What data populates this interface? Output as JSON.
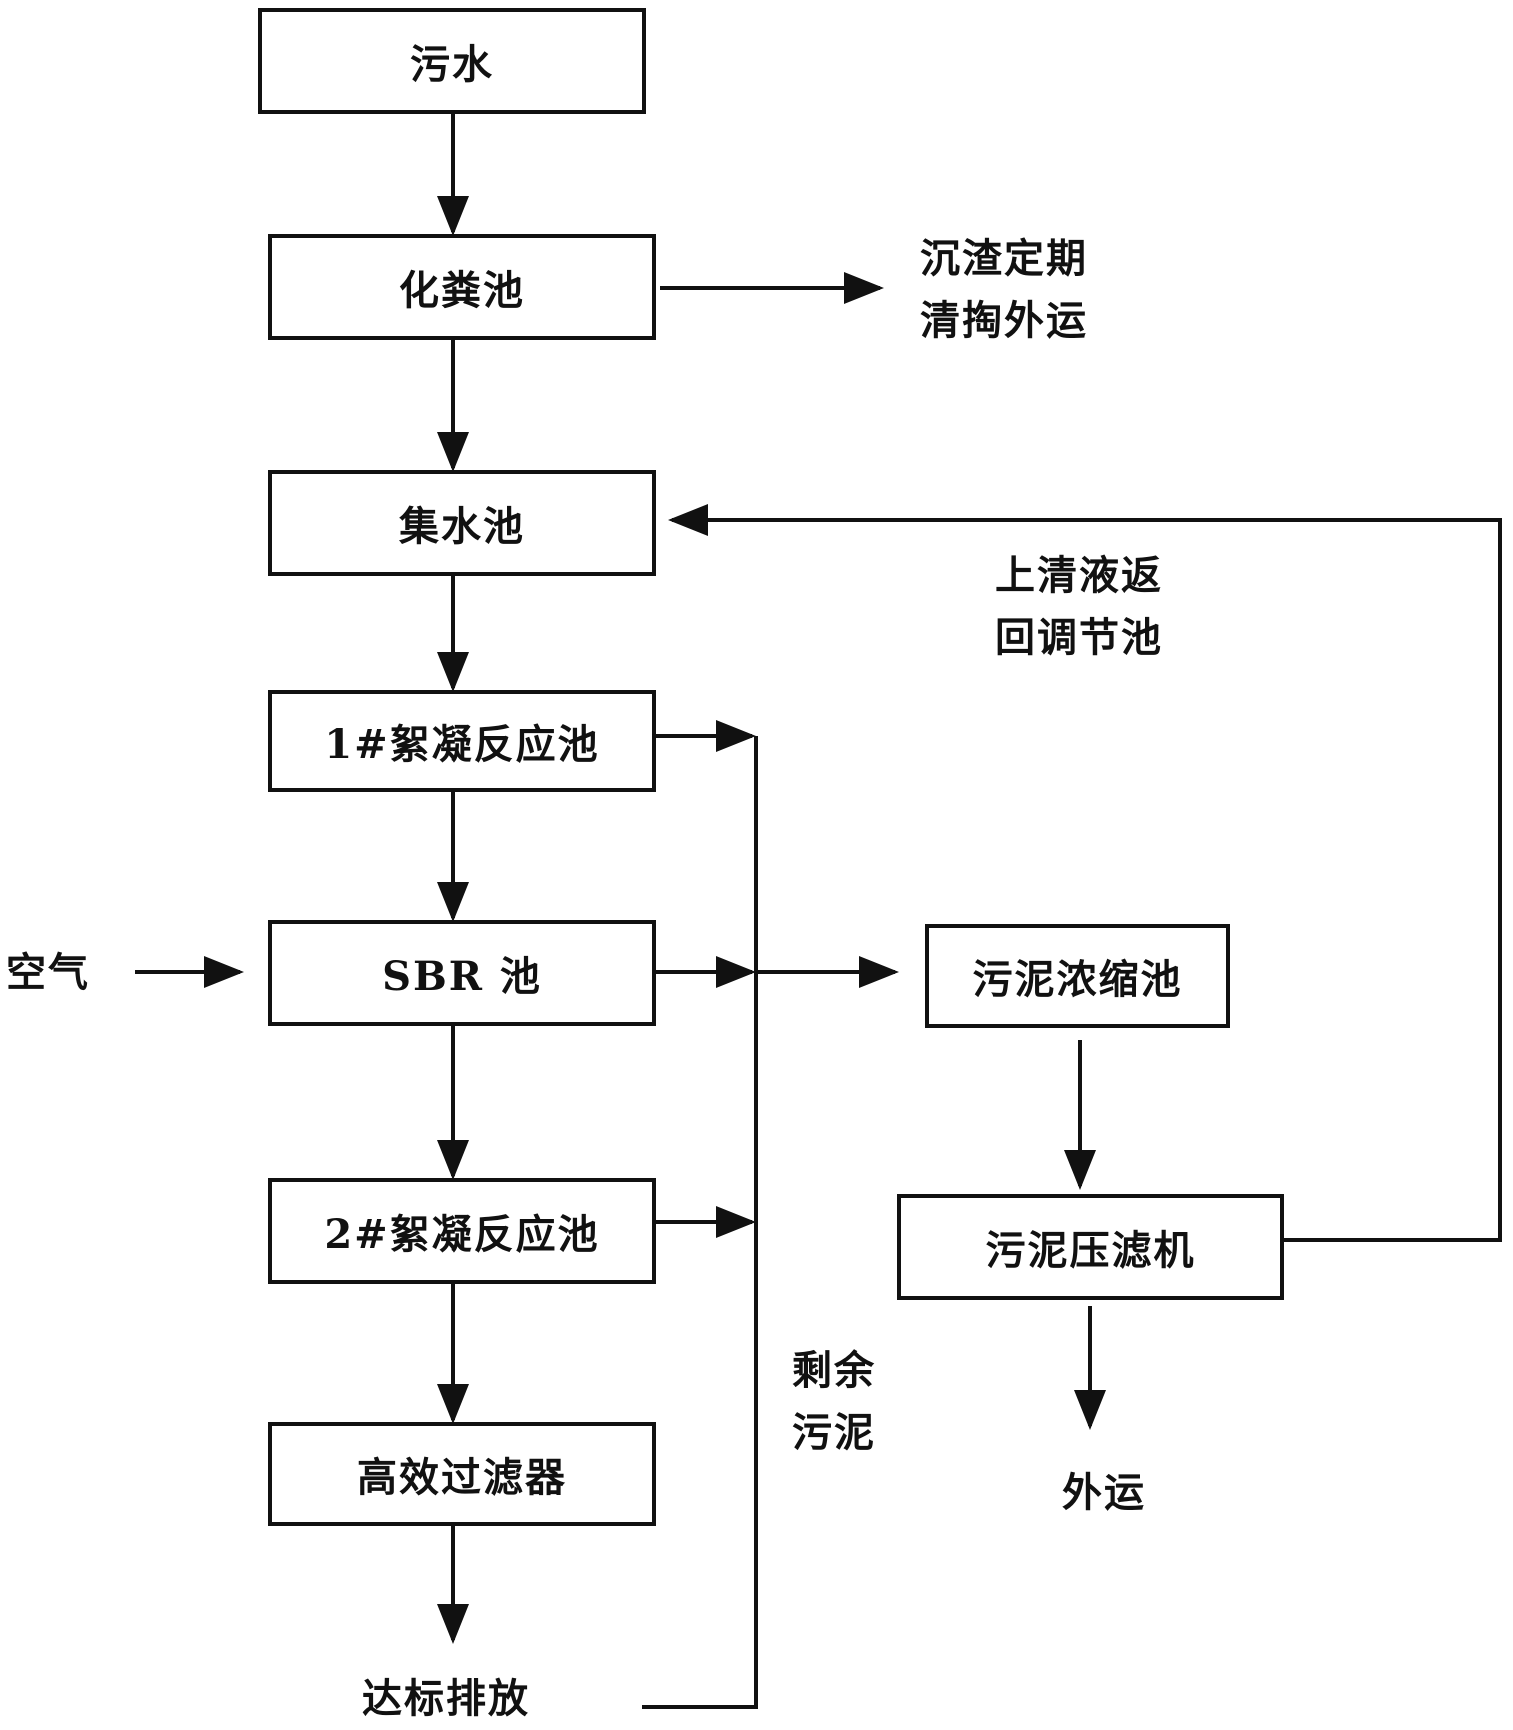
{
  "boxes": {
    "sewage": "污水",
    "septic_tank": "化粪池",
    "collection_tank": "集水池",
    "flocculation_1": "1#絮凝反应池",
    "sbr_tank": "SBR 池",
    "flocculation_2": "2#絮凝反应池",
    "high_efficiency_filter": "高效过滤器",
    "sludge_thickener": "污泥浓缩池",
    "sludge_filter_press": "污泥压滤机"
  },
  "labels": {
    "sediment_line1": "沉渣定期",
    "sediment_line2": "清掏外运",
    "supernatant_line1": "上清液返",
    "supernatant_line2": "回调节池",
    "air": "空气",
    "excess_sludge_line1": "剩余",
    "excess_sludge_line2": "污泥",
    "transport_out": "外运",
    "discharge": "达标排放"
  }
}
